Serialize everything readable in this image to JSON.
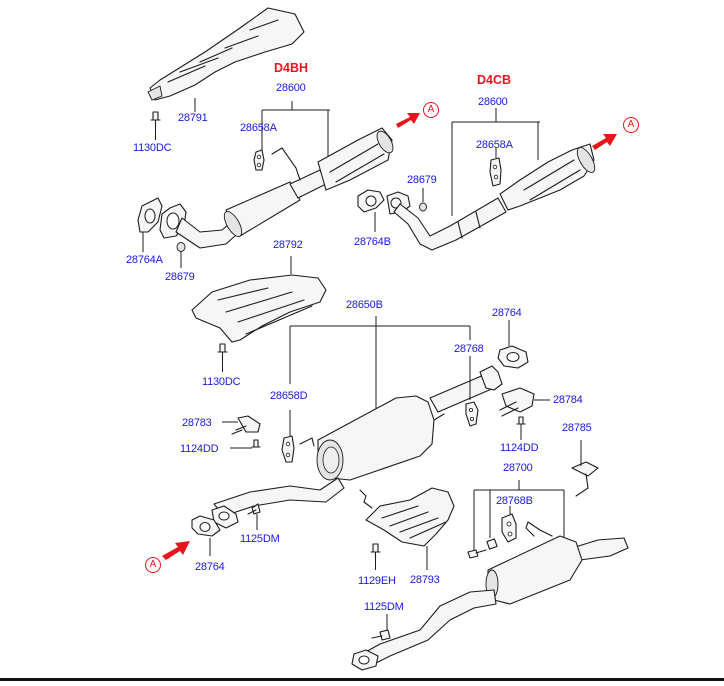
{
  "diagram": {
    "title": "Exhaust System Parts Diagram",
    "engine_variants": {
      "left": "D4BH",
      "right": "D4CB"
    },
    "reference_marker": "A",
    "colors": {
      "part_label": "#1a1adc",
      "engine_label": "#e8141c",
      "reference_marker": "#e8141c",
      "line_art": "#1c1c1c"
    },
    "labels": {
      "heat_shield_front": "28791",
      "bolt_front_shield": "1130DC",
      "d4bh_front_pipe": "28600",
      "d4bh_hanger": "28658A",
      "d4bh_gasket": "28764A",
      "d4bh_nut": "28679",
      "d4cb_front_pipe": "28600",
      "d4cb_hanger": "28658A",
      "d4cb_nut": "28679",
      "d4cb_gasket": "28764B",
      "heat_shield_center": "28792",
      "bolt_center_shield": "1130DC",
      "center_muffler": "28650B",
      "center_hanger": "28658D",
      "center_hanger_rear": "28768",
      "gasket_center": "28764",
      "bracket_left": "28783",
      "bolt_bracket_left": "1124DD",
      "bracket_right": "28784",
      "bolt_bracket_right": "1124DD",
      "bracket_rear": "28785",
      "rear_muffler": "28700",
      "rear_hanger": "28768B",
      "gasket_inlet": "28764",
      "bolt_inlet": "1125DM",
      "heat_shield_rear": "28793",
      "bolt_rear_shield": "1129EH",
      "bolt_rear_pipe": "1125DM"
    }
  }
}
